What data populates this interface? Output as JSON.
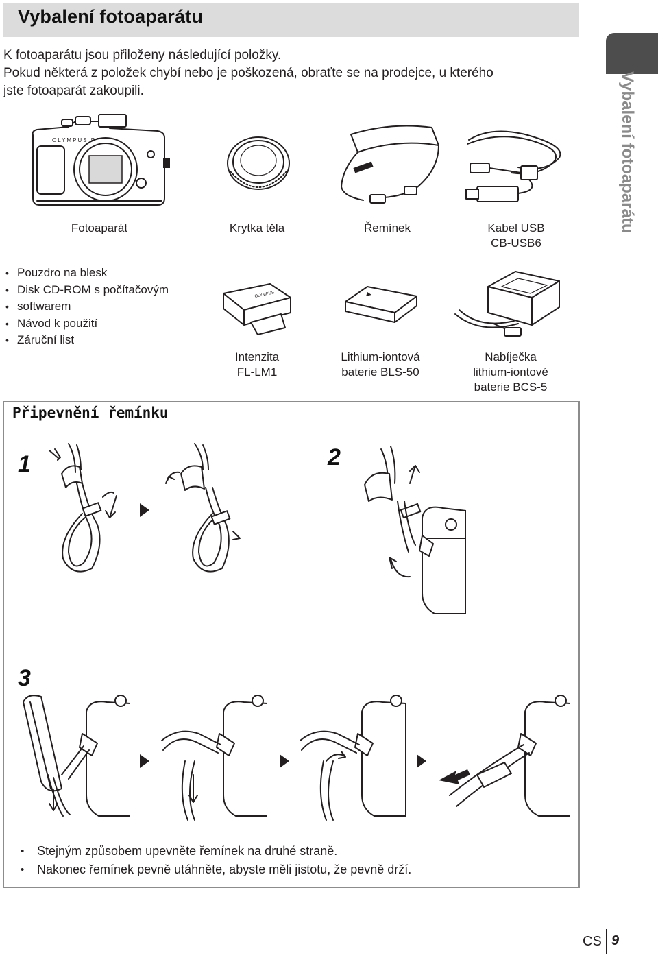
{
  "page": {
    "title": "Vybalení fotoaparátu",
    "side_tab": "Vybalení fotoaparátu"
  },
  "intro": {
    "line1": "K fotoaparátu jsou přiloženy následující položky.",
    "line2": "Pokud některá z položek chybí nebo je poškozená, obraťte se na prodejce, u kterého",
    "line3": "jste fotoaparát zakoupili."
  },
  "items": {
    "camera": "Fotoaparát",
    "body_cap": "Krytka těla",
    "strap": "Řemínek",
    "usb_line1": "Kabel USB",
    "usb_line2": "CB-USB6",
    "flash_line1": "Intenzita",
    "flash_line2": "FL-LM1",
    "battery_line1": "Lithium-iontová",
    "battery_line2": "baterie BLS-50",
    "charger_line1": "Nabíječka",
    "charger_line2": "lithium-iontové",
    "charger_line3": "baterie BCS-5"
  },
  "other_items": [
    "Pouzdro na blesk",
    "Disk CD-ROM s počítačovým",
    "softwarem",
    "Návod k použití",
    "Záruční list"
  ],
  "strap_section": {
    "heading": "Připevnění řemínku",
    "steps": [
      "1",
      "2",
      "3"
    ],
    "notes": [
      "Stejným způsobem upevněte řemínek na druhé straně.",
      "Nakonec řemínek pevně utáhněte, abyste měli jistotu, že pevně drží."
    ]
  },
  "footer": {
    "lang": "CS",
    "page": "9"
  }
}
